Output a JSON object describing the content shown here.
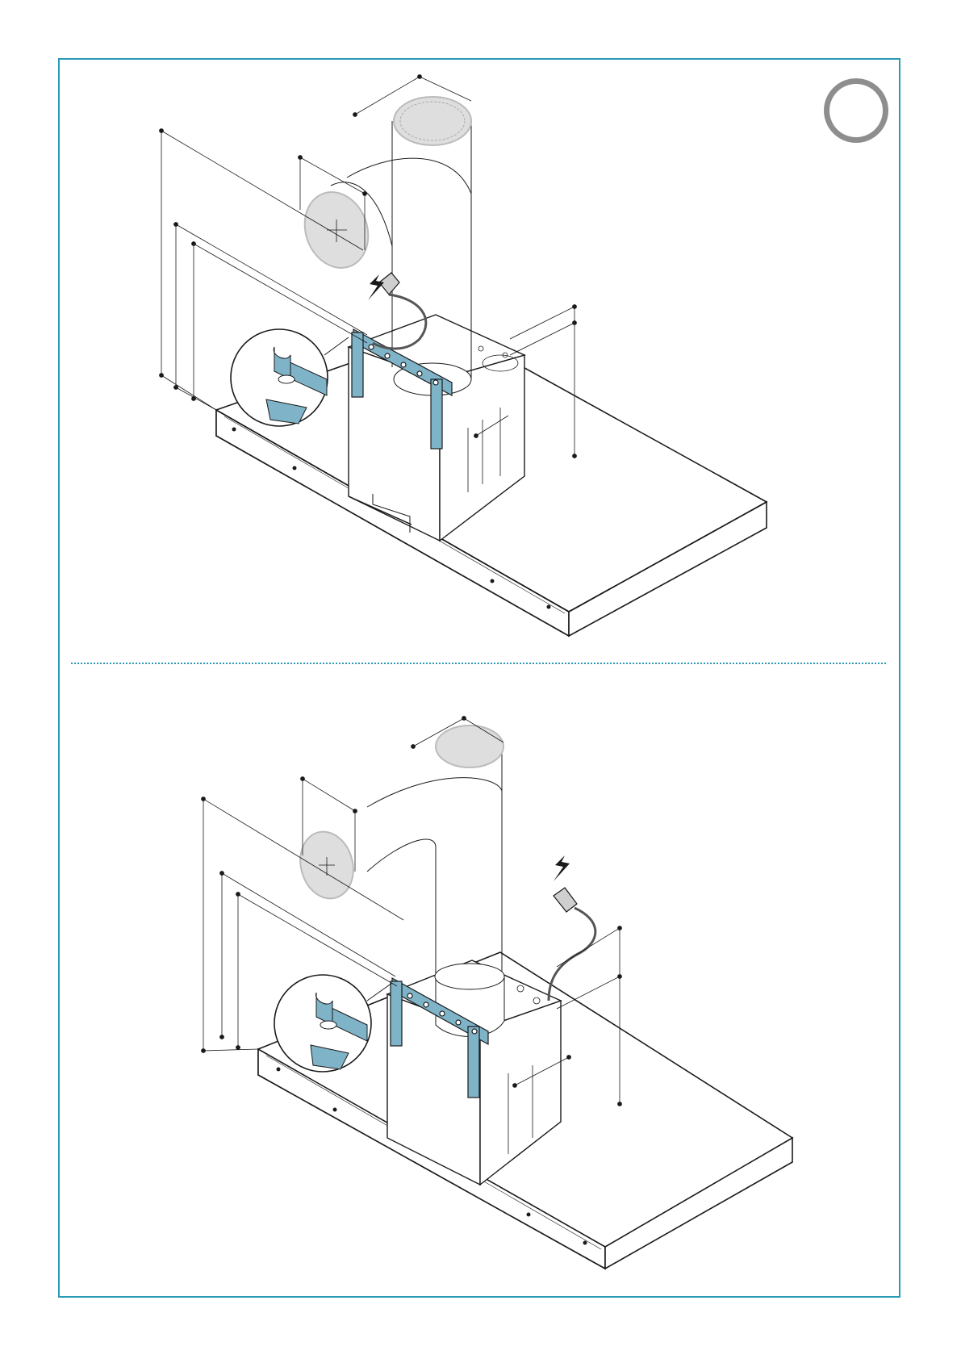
{
  "step_badge": {
    "label": "",
    "ring_color": "#8a8a8a"
  },
  "colors": {
    "frame": "#2a9bb5",
    "bracket": "#7fb3c8",
    "duct_fill": "#e2e2e2",
    "line": "#1a1a1a"
  },
  "figures": [
    {
      "id": "figure-top",
      "cord_side": "left",
      "icons": [
        "lightning-icon",
        "plug-icon",
        "magnifier-detail-icon"
      ]
    },
    {
      "id": "figure-bottom",
      "cord_side": "right",
      "icons": [
        "lightning-icon",
        "plug-icon",
        "magnifier-detail-icon"
      ]
    }
  ]
}
